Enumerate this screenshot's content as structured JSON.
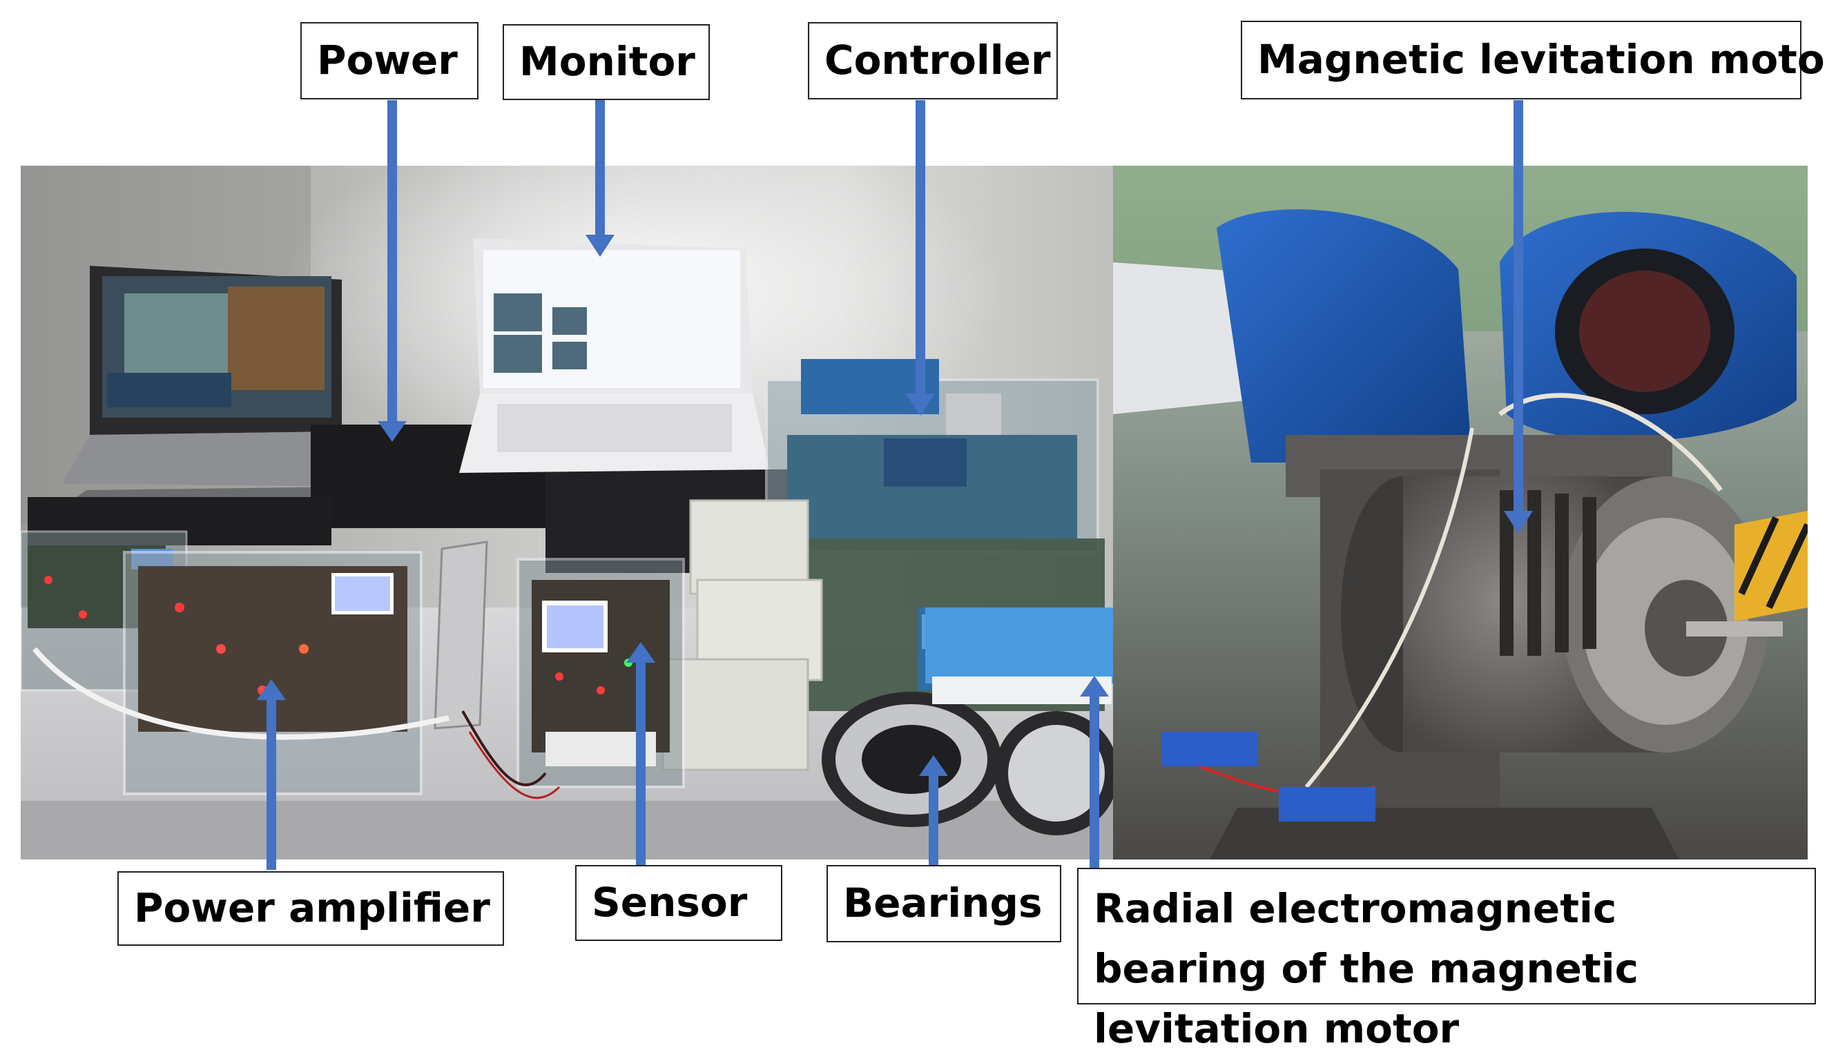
{
  "labels": {
    "power": "Power",
    "monitor": "Monitor",
    "controller": "Controller",
    "maglev_motor": "Magnetic levitation motor",
    "power_amplifier": "Power amplifier",
    "sensor": "Sensor",
    "bearings": "Bearings",
    "radial_bearing": "Radial electromagnetic bearing of the magnetic levitation motor"
  },
  "colors": {
    "arrow": "#4472C4",
    "label_border": "#222222",
    "label_bg": "#ffffff"
  }
}
